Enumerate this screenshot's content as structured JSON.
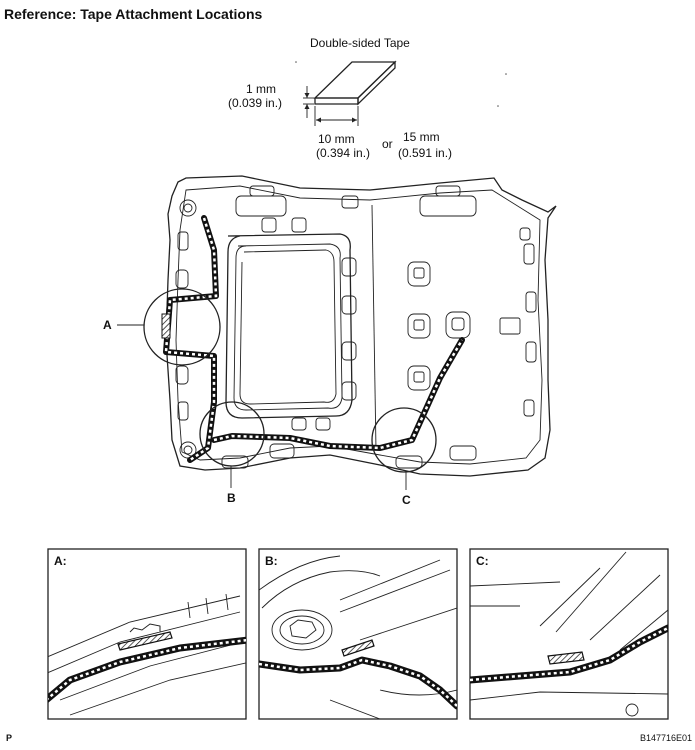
{
  "title": "Reference: Tape Attachment Locations",
  "tape": {
    "label": "Double-sided Tape",
    "thickness": "1 mm",
    "thickness_in": "(0.039 in.)",
    "width_a": "10 mm",
    "width_a_in": "(0.394 in.)",
    "or": "or",
    "width_b": "15 mm",
    "width_b_in": "(0.591 in.)"
  },
  "callouts": {
    "a": "A",
    "b": "B",
    "c": "C"
  },
  "details": [
    {
      "label": "A:"
    },
    {
      "label": "B:"
    },
    {
      "label": "C:"
    }
  ],
  "footer": {
    "left": "P",
    "right": "B147716E01"
  }
}
